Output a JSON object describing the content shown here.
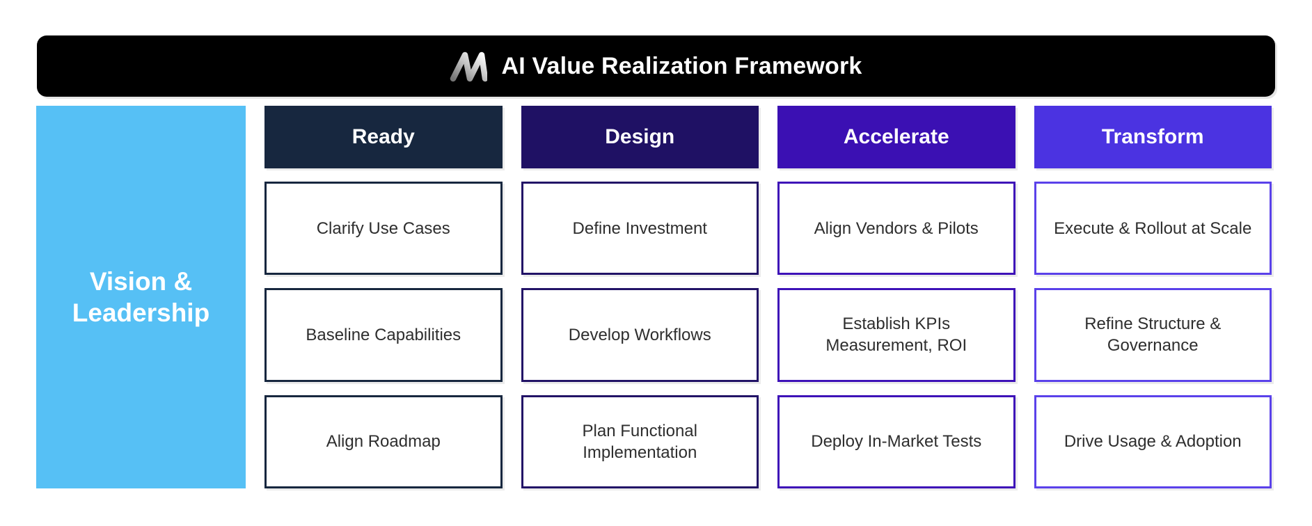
{
  "header": {
    "title": "AI Value Realization Framework",
    "logo_icon": "m-logo-icon",
    "bar_color": "#000000",
    "text_color": "#ffffff"
  },
  "left_column": {
    "label": "Vision & Leadership",
    "color": "#56C0F5",
    "text_color": "#ffffff"
  },
  "columns": [
    {
      "label": "Ready",
      "header_color": "#17273F",
      "border_color": "#17273F",
      "cells": [
        "Clarify Use Cases",
        "Baseline Capabilities",
        "Align Roadmap"
      ]
    },
    {
      "label": "Design",
      "header_color": "#1F1164",
      "border_color": "#221367",
      "cells": [
        "Define Investment",
        "Develop Workflows",
        "Plan Functional Implementation"
      ]
    },
    {
      "label": "Accelerate",
      "header_color": "#3B10B3",
      "border_color": "#3E12B8",
      "cells": [
        "Align Vendors & Pilots",
        "Establish KPIs Measurement, ROI",
        "Deploy In-Market Tests"
      ]
    },
    {
      "label": "Transform",
      "header_color": "#4B33E1",
      "border_color": "#5A41EA",
      "cells": [
        "Execute & Rollout at Scale",
        "Refine Structure & Governance",
        "Drive Usage & Adoption"
      ]
    }
  ]
}
